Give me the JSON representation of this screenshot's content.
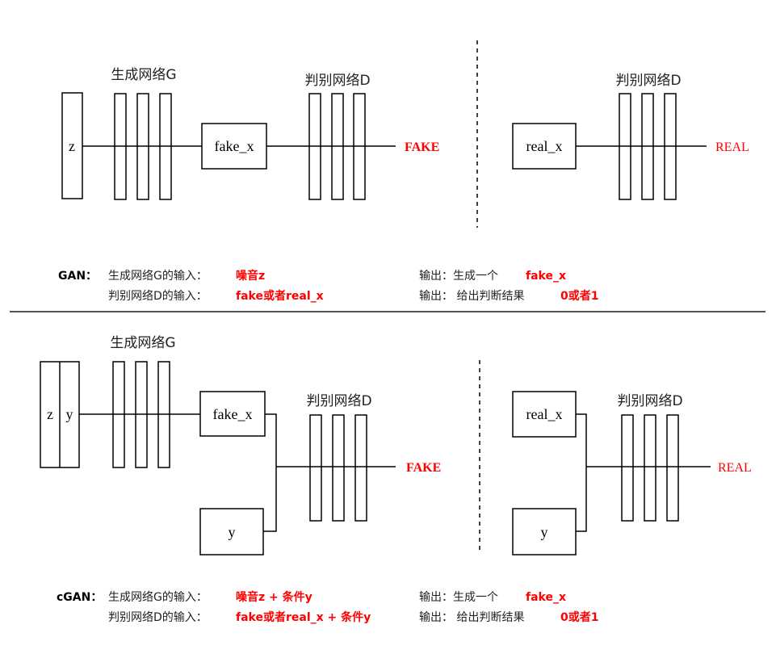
{
  "gan": {
    "generator_label": "生成网络G",
    "discriminator_label_left": "判别网络D",
    "discriminator_label_right": "判别网络D",
    "noise": "z",
    "fake_box": "fake_x",
    "fake_out": "FAKE",
    "real_box": "real_x",
    "real_out": "REAL",
    "desc": {
      "name": "GAN：",
      "gen_input_label": "生成网络G的输入：",
      "gen_input_value": "噪音z",
      "gen_output_label": "输出：生成一个",
      "gen_output_value": "fake_x",
      "dis_input_label": "判别网络D的输入：",
      "dis_input_value": "fake或者real_x",
      "dis_output_label": "输出：  给出判断结果",
      "dis_output_value": "0或者1"
    }
  },
  "cgan": {
    "generator_label": "生成网络G",
    "discriminator_label_left": "判别网络D",
    "discriminator_label_right": "判别网络D",
    "noise": "z",
    "cond": "y",
    "fake_box": "fake_x",
    "cond_box_left": "y",
    "fake_out": "FAKE",
    "real_box": "real_x",
    "cond_box_right": "y",
    "real_out": "REAL",
    "desc": {
      "name": "cGAN：",
      "gen_input_label": "生成网络G的输入：",
      "gen_input_value": "噪音z + 条件y",
      "gen_output_label": "输出：生成一个",
      "gen_output_value": "fake_x",
      "dis_input_label": "判别网络D的输入：",
      "dis_input_value": "fake或者real_x  + 条件y",
      "dis_output_label": "输出：  给出判断结果",
      "dis_output_value": "0或者1"
    }
  },
  "colors": {
    "line": "#000000",
    "accent": "#ff0000",
    "divider": "#555555",
    "text": "#222222"
  }
}
